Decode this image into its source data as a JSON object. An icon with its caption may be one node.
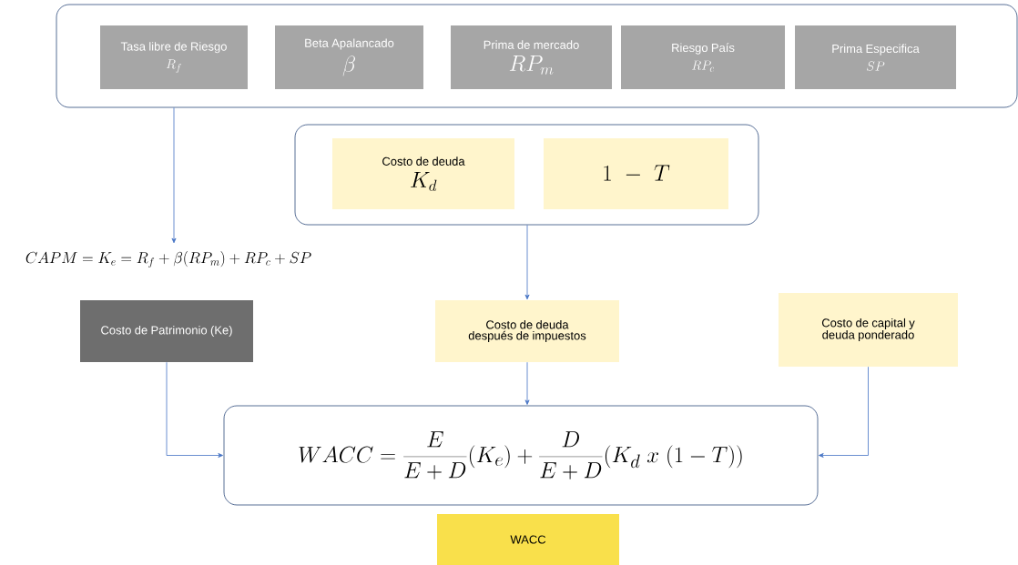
{
  "diagram": {
    "nodes": [
      {
        "text": [],
        "shape": "box"
      },
      {
        "text": [
          "Tasa libre de Riesgo",
          "R_f"
        ],
        "in": 0
      },
      {
        "text": [
          "Beta Apalancado",
          "\\beta"
        ],
        "in": 0
      },
      {
        "text": [
          "Prima de mercado",
          "RP_m"
        ],
        "in": 0
      },
      {
        "text": [
          "Riesgo País",
          "RP_c"
        ],
        "in": 0
      },
      {
        "text": [
          "Prima Especifica",
          "SP"
        ],
        "in": 0
      },
      {
        "text": [],
        "shape": "box"
      },
      {
        "text": [
          "Costo de deuda",
          "K_d"
        ],
        "in": 6
      },
      {
        "text": [
          "1-T"
        ],
        "in": 6
      },
      {
        "text": [
          "CAPM = K_e = R_f + \\beta(RP_m) + RP_c + SP"
        ]
      },
      {
        "text": [
          "Costo de Patrimonio (Ke)"
        ]
      },
      {
        "text": [
          "Costo de deuda después de impuestos"
        ]
      },
      {
        "text": [
          "Costo de capital y deuda ponderado"
        ]
      },
      {
        "text": [
          "WACC = \\frac{E}{E+D}(K_e) + \\frac{D}{E+D}\\bigl(K_d\\; x\\; (1-T)\\bigr)"
        ]
      },
      {
        "text": [
          "WACC"
        ]
      }
    ],
    "edges": [
      {
        "from": 0,
        "to": 9,
        "arrow": "to"
      },
      {
        "from": 6,
        "to": 11,
        "arrow": "to"
      },
      {
        "from": 11,
        "to": 13,
        "arrow": "to"
      },
      {
        "from": 10,
        "to": 13,
        "arrow": "to"
      },
      {
        "from": 12,
        "to": 13,
        "arrow": "to"
      }
    ]
  }
}
